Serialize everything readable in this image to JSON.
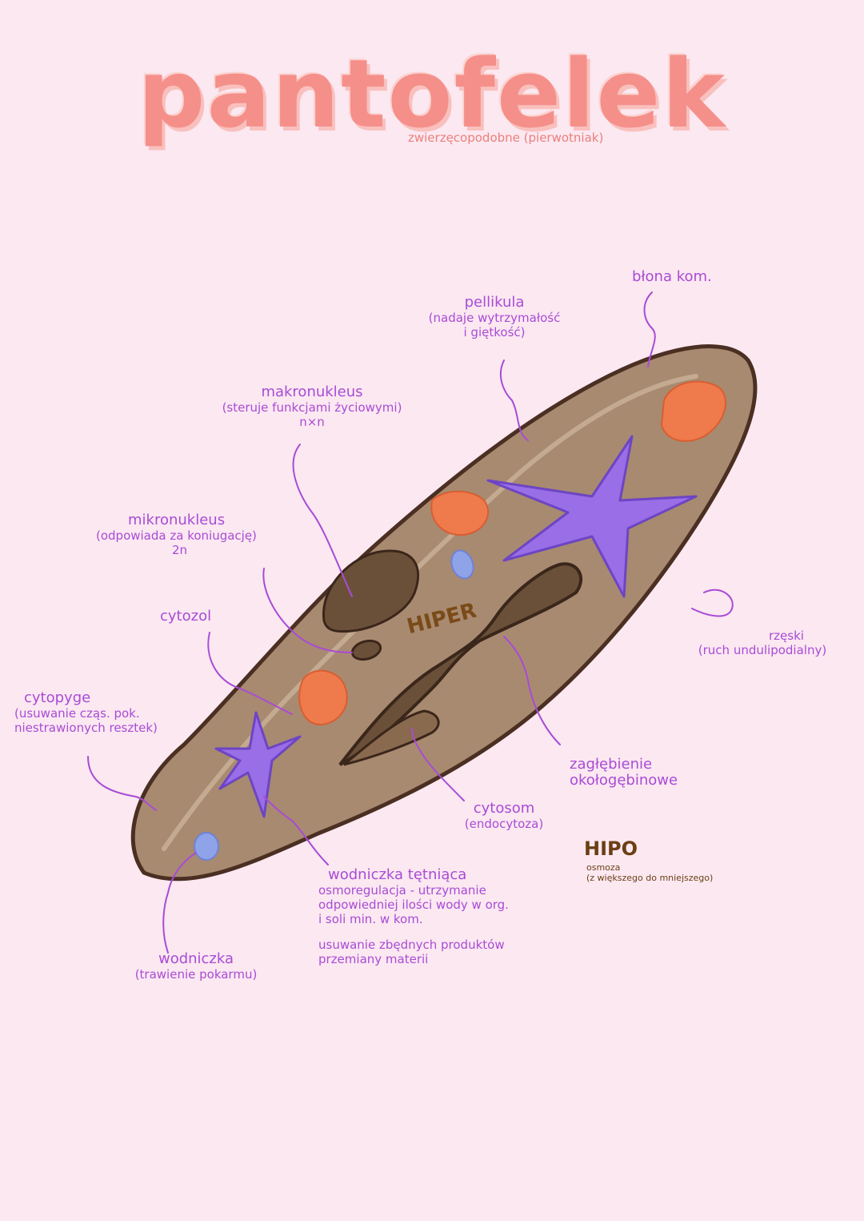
{
  "title": "pantofelek",
  "subtitle": "zwierzęcopodobne (pierwotniak)",
  "colors": {
    "background": "#fbe8f1",
    "title": "#f58f8a",
    "label": "#a94bd6",
    "cell_body": "#a88a70",
    "cell_outline": "#4a2f22",
    "food_vacuole": "#ef7a4b",
    "contractile_vacuole": "#9a6ee6",
    "nucleus": "#6b5039",
    "hiper_hipo": "#6b3f14"
  },
  "labels": {
    "blona": "błona kom.",
    "pellikula": {
      "name": "pellikula",
      "desc_line1": "(nadaje wytrzymałość",
      "desc_line2": "i giętkość)"
    },
    "makronukleus": {
      "name": "makronukleus",
      "desc": "(steruje funkcjami życiowymi)",
      "ploidy": "n×n"
    },
    "mikronukleus": {
      "name": "mikronukleus",
      "desc": "(odpowiada za koniugację)",
      "ploidy": "2n"
    },
    "cytozol": "cytozol",
    "cytopyge": {
      "name": "cytopyge",
      "desc_line1": "(usuwanie cząs. pok.",
      "desc_line2": "niestrawionych resztek)"
    },
    "rzeski": {
      "name": "rzęski",
      "desc": "(ruch undulipodialny)"
    },
    "zaglebienie": {
      "line1": "zagłębienie",
      "line2": "okołogębinowe"
    },
    "cytosom": {
      "name": "cytosom",
      "desc": "(endocytoza)"
    },
    "wodniczka_tetniaca": {
      "name": "wodniczka tętniąca",
      "desc_line1": "osmoregulacja - utrzymanie",
      "desc_line2": "odpowiedniej ilości wody w org.",
      "desc_line3": "i soli min. w kom.",
      "desc_line4": "usuwanie zbędnych produktów",
      "desc_line5": "przemiany materii"
    },
    "wodniczka": {
      "name": "wodniczka",
      "desc": "(trawienie pokarmu)"
    },
    "hiper": "HIPER",
    "hipo": {
      "title": "HIPO",
      "line1": "osmoza",
      "line2": "(z większego do mniejszego)"
    }
  }
}
